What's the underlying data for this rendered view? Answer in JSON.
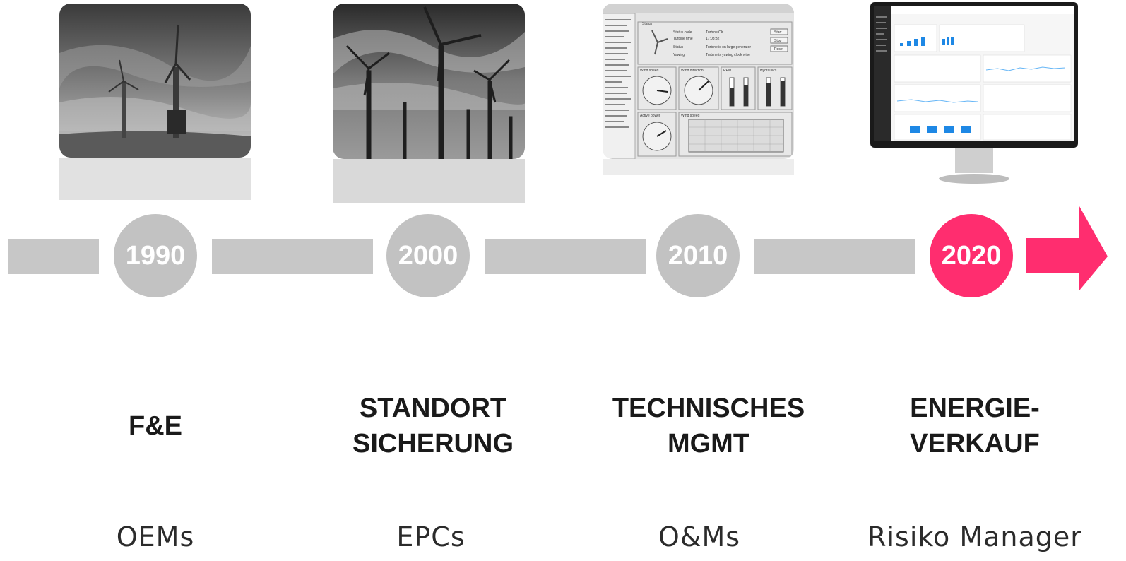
{
  "timeline": {
    "accent_color": "#ff2d6f",
    "bar_color": "#c7c7c7",
    "items": [
      {
        "year": "1990",
        "heading_lines": [
          "F&E"
        ],
        "role": "OEMs",
        "image": "lone-wind-turbines-bw-photo",
        "active": false
      },
      {
        "year": "2000",
        "heading_lines": [
          "STANDORT",
          "SICHERUNG"
        ],
        "role": "EPCs",
        "image": "wind-farm-bw-photo",
        "active": false
      },
      {
        "year": "2010",
        "heading_lines": [
          "TECHNISCHES",
          "MGMT"
        ],
        "role": "O&Ms",
        "image": "scada-turbine-status-screenshot",
        "active": false
      },
      {
        "year": "2020",
        "heading_lines": [
          "ENERGIE-",
          "VERKAUF"
        ],
        "role": "Risiko Manager",
        "image": "dashboard-monitor-screenshot",
        "active": true
      }
    ]
  },
  "scada": {
    "status_title": "Status",
    "status_rows": [
      {
        "label": "Status code",
        "value": "Turbine OK"
      },
      {
        "label": "Turbine time",
        "value": "17:08:32"
      },
      {
        "label": "Status",
        "value": "Turbine is on large generator"
      },
      {
        "label": "Yawing",
        "value": "Turbine is yawing clock wise"
      }
    ],
    "buttons": [
      "Start",
      "Stop",
      "Reset"
    ],
    "panels": [
      "Wind speed",
      "Wind direction",
      "RPM",
      "Hydraulics",
      "Active power",
      "Wind speed"
    ]
  }
}
